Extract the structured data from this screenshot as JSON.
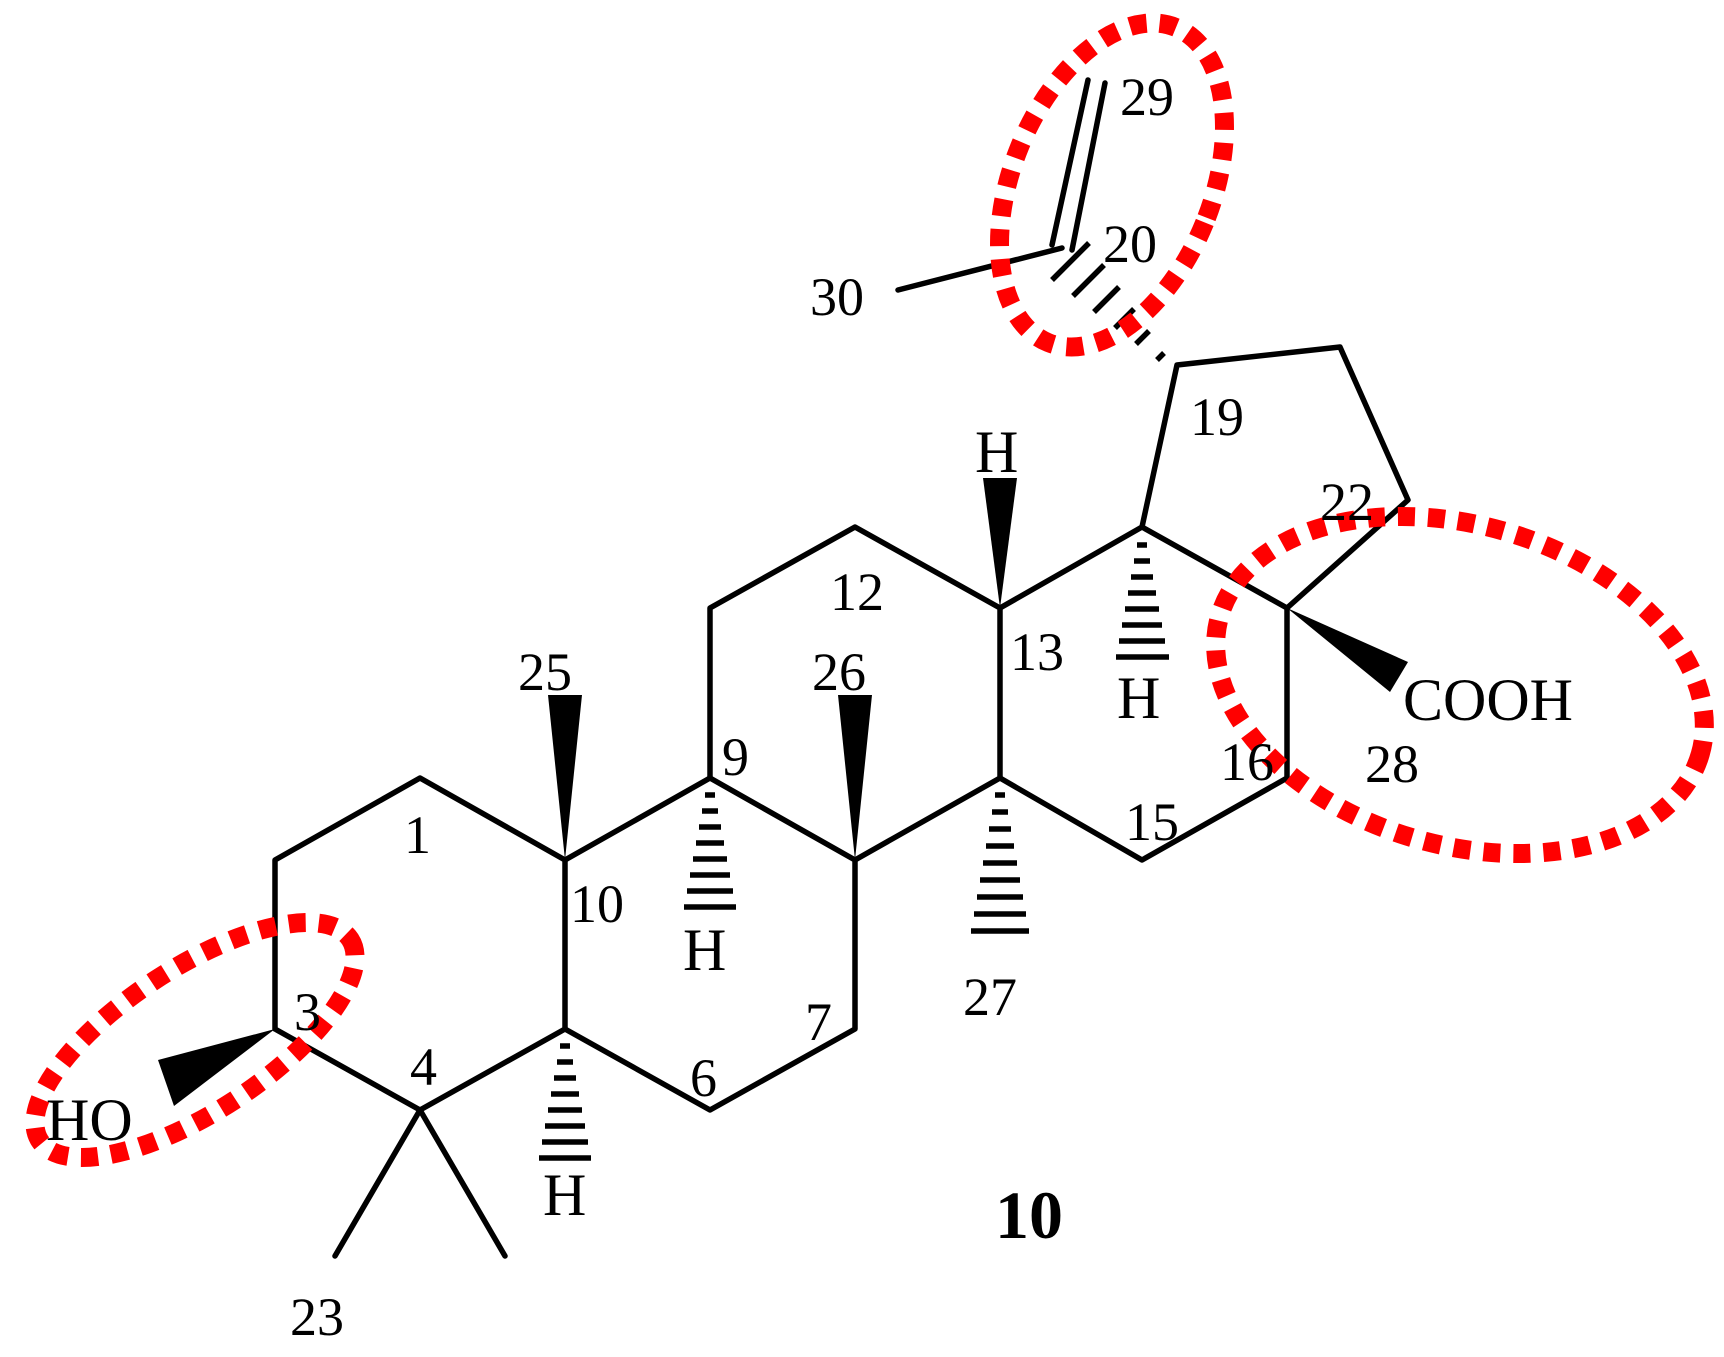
{
  "compound_label": "10",
  "atom_labels": {
    "c1": "1",
    "c3": "3",
    "c4": "4",
    "c6": "6",
    "c7": "7",
    "c9": "9",
    "c10": "10",
    "c12": "12",
    "c13": "13",
    "c15": "15",
    "c16": "16",
    "c19": "19",
    "c20": "20",
    "c22": "22",
    "c23": "23",
    "c25": "25",
    "c26": "26",
    "c27": "27",
    "c28": "28",
    "c29": "29",
    "c30": "30"
  },
  "groups": {
    "hydroxyl": "HO",
    "carboxyl": "COOH",
    "hydrogen": "H"
  },
  "colors": {
    "bond": "#000000",
    "highlight": "#ff0000"
  }
}
